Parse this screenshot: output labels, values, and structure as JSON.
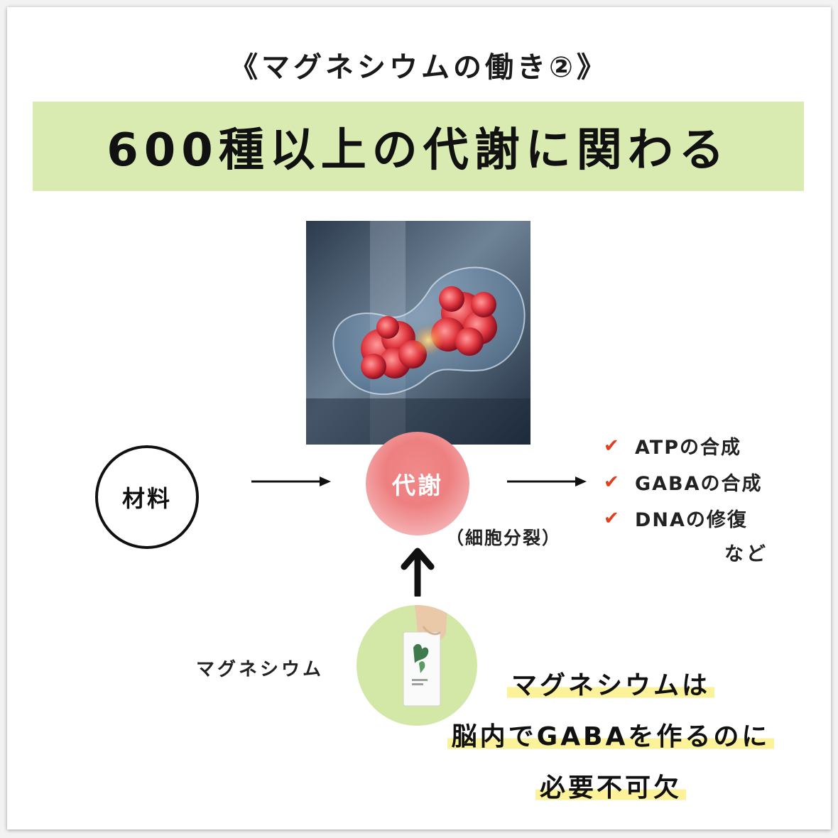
{
  "header": {
    "subtitle": "《マグネシウムの働き②》",
    "title": "600種以上の代謝に関わる"
  },
  "diagram": {
    "material": "材料",
    "metabolism": "代謝",
    "cell_division": "（細胞分裂）",
    "results": [
      {
        "label": "ATPの合成"
      },
      {
        "label": "GABAの合成"
      },
      {
        "label": "DNAの修復"
      }
    ],
    "etc": "など",
    "magnesium_label": "マグネシウム"
  },
  "callout": {
    "lines": [
      "マグネシウムは",
      "脳内でGABAを作るのに",
      "必要不可欠"
    ]
  },
  "colors": {
    "banner": "#d9ebb1",
    "metabolism": "#ee7f80",
    "check": "#e0401f",
    "highlight": "#fbf29a",
    "product_bg": "#d3e8a6"
  }
}
